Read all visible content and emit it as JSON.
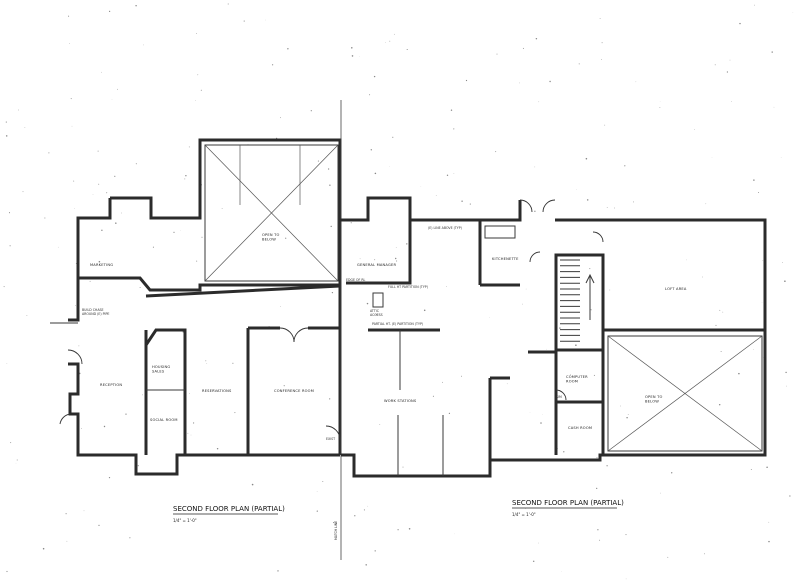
{
  "rooms": {
    "marketing": "MARKETING",
    "reception": "RECEPTION",
    "housing_sales": "HOUSING\nSALES",
    "social_room": "SOCIAL ROOM",
    "reservations": "RESERVATIONS",
    "conference_room": "CONFERENCE ROOM",
    "general_manager": "GENERAL MANAGER",
    "work_stations": "WORK STATIONS",
    "kitchenette": "KITCHENETTE",
    "loft_area": "LOFT AREA",
    "computer_room": "COMPUTER\nROOM",
    "cash_room": "CASH ROOM",
    "open_to_below_left": "OPEN TO\nBELOW",
    "open_to_below_right": "OPEN TO\nBELOW"
  },
  "notes": {
    "build_chase": "BUILD CHASE\nAROUND (E) PIPE",
    "full_ht_partition": "FULL HT PARTITION (TYP)",
    "partial_ht_partition": "PARTIAL HT. (E) PARTITION (TYP)",
    "attic_access": "ATTIC\nACCESS",
    "edge_of_roof": "EDGE OF RL",
    "line_above": "(E) LINE ABOVE (TYP)",
    "exist_label": "EXIST",
    "sim_label": "SIM"
  },
  "titles": {
    "left_title": "SECOND FLOOR PLAN (PARTIAL)",
    "left_scale": "1/4\" = 1'-0\"",
    "right_title": "SECOND FLOOR PLAN (PARTIAL)",
    "right_scale": "1/4\" = 1'-0\"",
    "match_line": "MATCH LINE"
  },
  "colors": {
    "ink": "#2b2b2b",
    "paper": "#ffffff"
  }
}
